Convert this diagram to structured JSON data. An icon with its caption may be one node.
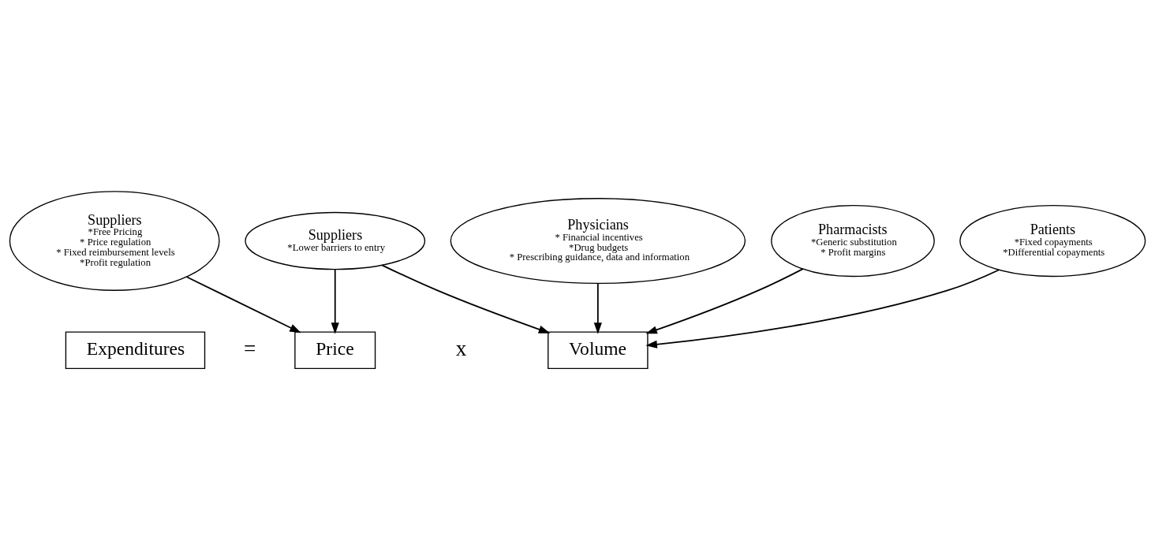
{
  "diagram": {
    "nodes": [
      {
        "text": [
          "Physicians",
          "* Financial incentives",
          "*Drug budgets",
          "* Prescribing guidance, data and information"
        ]
      },
      {
        "text": [
          "Pharmacists",
          "*Generic substitution",
          "* Profit margins"
        ]
      },
      {
        "text": [
          "Patients",
          "*Fixed copayments",
          "*Differential copayments"
        ]
      },
      {
        "text": [
          "Expenditures"
        ]
      },
      {
        "text": [
          "Price"
        ]
      },
      {
        "text": [
          "Volume"
        ]
      },
      {
        "text": [
          "Suppliers",
          "*Free Pricing",
          "* Price regulation",
          "* Fixed reimbursement levels",
          "*Profit regulation"
        ]
      },
      {
        "text": [
          "Suppliers",
          "*Lower barriers to entry"
        ]
      }
    ],
    "edges": [
      {
        "from": 0,
        "to": 5,
        "arrow": "to"
      },
      {
        "from": 1,
        "to": 5,
        "arrow": "to"
      },
      {
        "from": 2,
        "to": 5,
        "arrow": "to"
      },
      {
        "from": 6,
        "to": 4,
        "arrow": "to"
      },
      {
        "from": 7,
        "to": 4,
        "arrow": "to"
      },
      {
        "from": 7,
        "to": 5,
        "arrow": "to"
      }
    ],
    "labels": [
      "=",
      "x"
    ]
  }
}
